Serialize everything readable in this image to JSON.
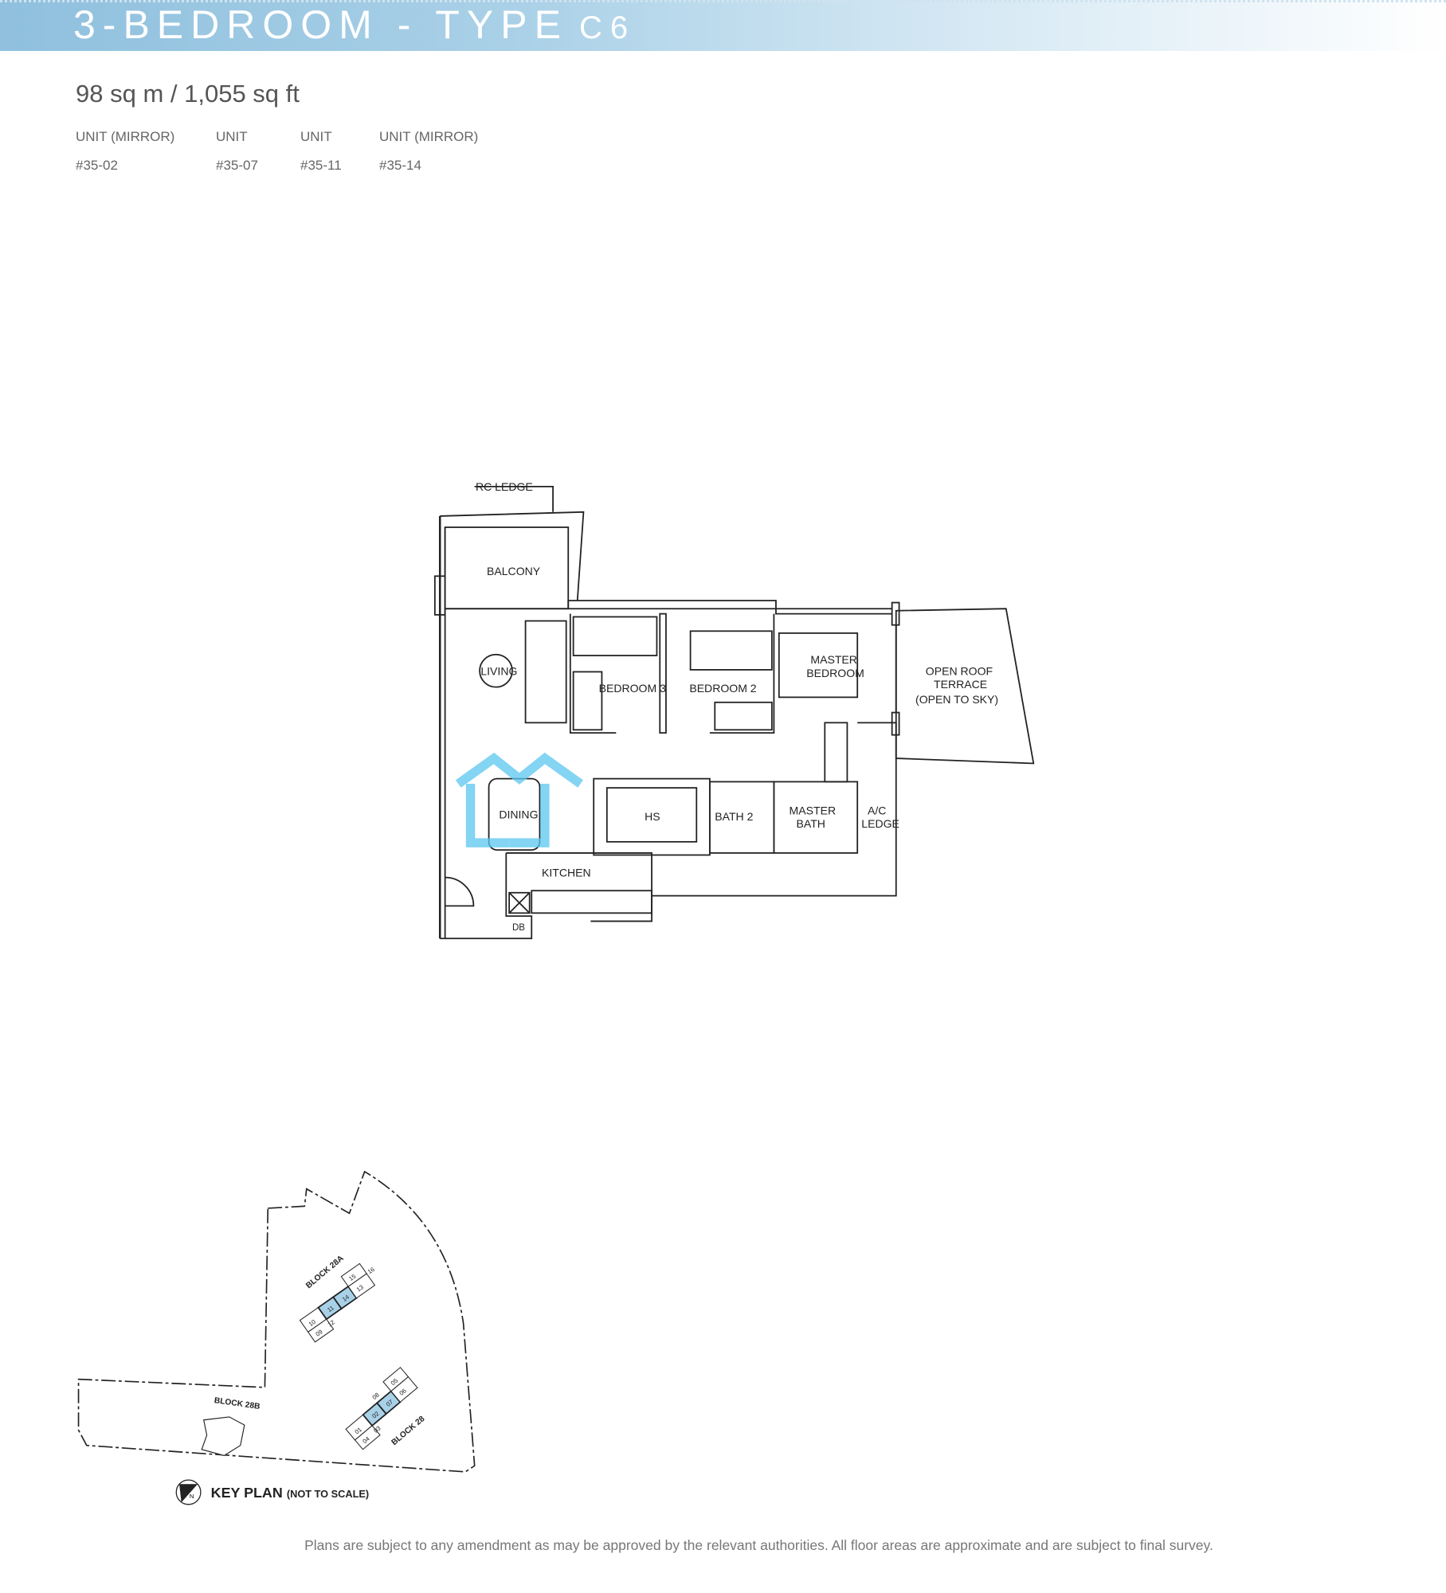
{
  "header": {
    "title": "3-BEDROOM - TYPE",
    "type_code": "C6",
    "accent_color": "#9cc8e3"
  },
  "area": "98 sq m / 1,055 sq ft",
  "units": [
    {
      "label": "UNIT (MIRROR)",
      "number": "#35-02"
    },
    {
      "label": "UNIT",
      "number": "#35-07"
    },
    {
      "label": "UNIT",
      "number": "#35-11"
    },
    {
      "label": "UNIT (MIRROR)",
      "number": "#35-14"
    }
  ],
  "floor_plan": {
    "rooms": {
      "rc_ledge": "RC LEDGE",
      "balcony": "BALCONY",
      "living": "LIVING",
      "bedroom3": "BEDROOM 3",
      "bedroom2": "BEDROOM 2",
      "master_bedroom_1": "MASTER",
      "master_bedroom_2": "BEDROOM",
      "terrace_1": "OPEN ROOF",
      "terrace_2": "TERRACE",
      "terrace_3": "(OPEN TO SKY)",
      "dining": "DINING",
      "hs": "HS",
      "bath2": "BATH 2",
      "master_bath_1": "MASTER",
      "master_bath_2": "BATH",
      "ac_ledge_1": "A/C",
      "ac_ledge_2": "LEDGE",
      "kitchen": "KITCHEN",
      "db": "DB"
    }
  },
  "key_plan": {
    "title": "KEY PLAN",
    "subtitle": "(NOT TO SCALE)",
    "north": "N",
    "highlight_color": "#a8d1e8",
    "blocks": {
      "a": "BLOCK 28A",
      "b": "BLOCK 28B",
      "c": "BLOCK 28"
    },
    "units_28a": [
      "09",
      "10",
      "11",
      "12",
      "13",
      "14",
      "15",
      "16"
    ],
    "units_28": [
      "01",
      "02",
      "03",
      "04",
      "05",
      "06",
      "07",
      "08"
    ]
  },
  "footer": "Plans are subject to any amendment as may be approved by the relevant authorities. All floor areas are approximate and are subject to final survey."
}
